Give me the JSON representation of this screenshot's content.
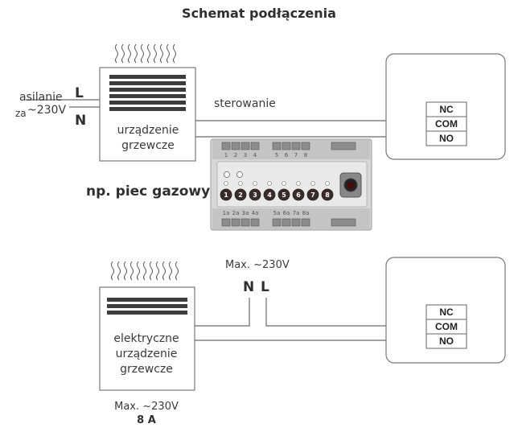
{
  "title": "Schemat podłączenia",
  "top": {
    "supply_line1": "asilanie",
    "supply_line2": "~230V",
    "supply_prefix": "za",
    "label_L": "L",
    "label_N": "N",
    "control_label": "sterowanie",
    "heater_line1": "urządzenie",
    "heater_line2": "grzewcze",
    "example_label": "np. piec gazowy",
    "terminals": [
      "NC",
      "COM",
      "NO"
    ]
  },
  "controller": {
    "top_terminals": [
      "1",
      "2",
      "3",
      "4",
      "5",
      "6",
      "7",
      "8"
    ],
    "bottom_terminals": [
      "1a",
      "2a",
      "3a",
      "4a",
      "5a",
      "6a",
      "7a",
      "8a"
    ],
    "buttons": [
      "1",
      "2",
      "3",
      "4",
      "5",
      "6",
      "7",
      "8"
    ]
  },
  "bottom": {
    "max_label": "Max. ~230V",
    "label_N": "N",
    "label_L": "L",
    "heater_line1": "elektryczne",
    "heater_line2": "urządzenie",
    "heater_line3": "grzewcze",
    "load_line1": "Max. ~230V",
    "load_line2": "8 A",
    "terminals": [
      "NC",
      "COM",
      "NO"
    ]
  }
}
